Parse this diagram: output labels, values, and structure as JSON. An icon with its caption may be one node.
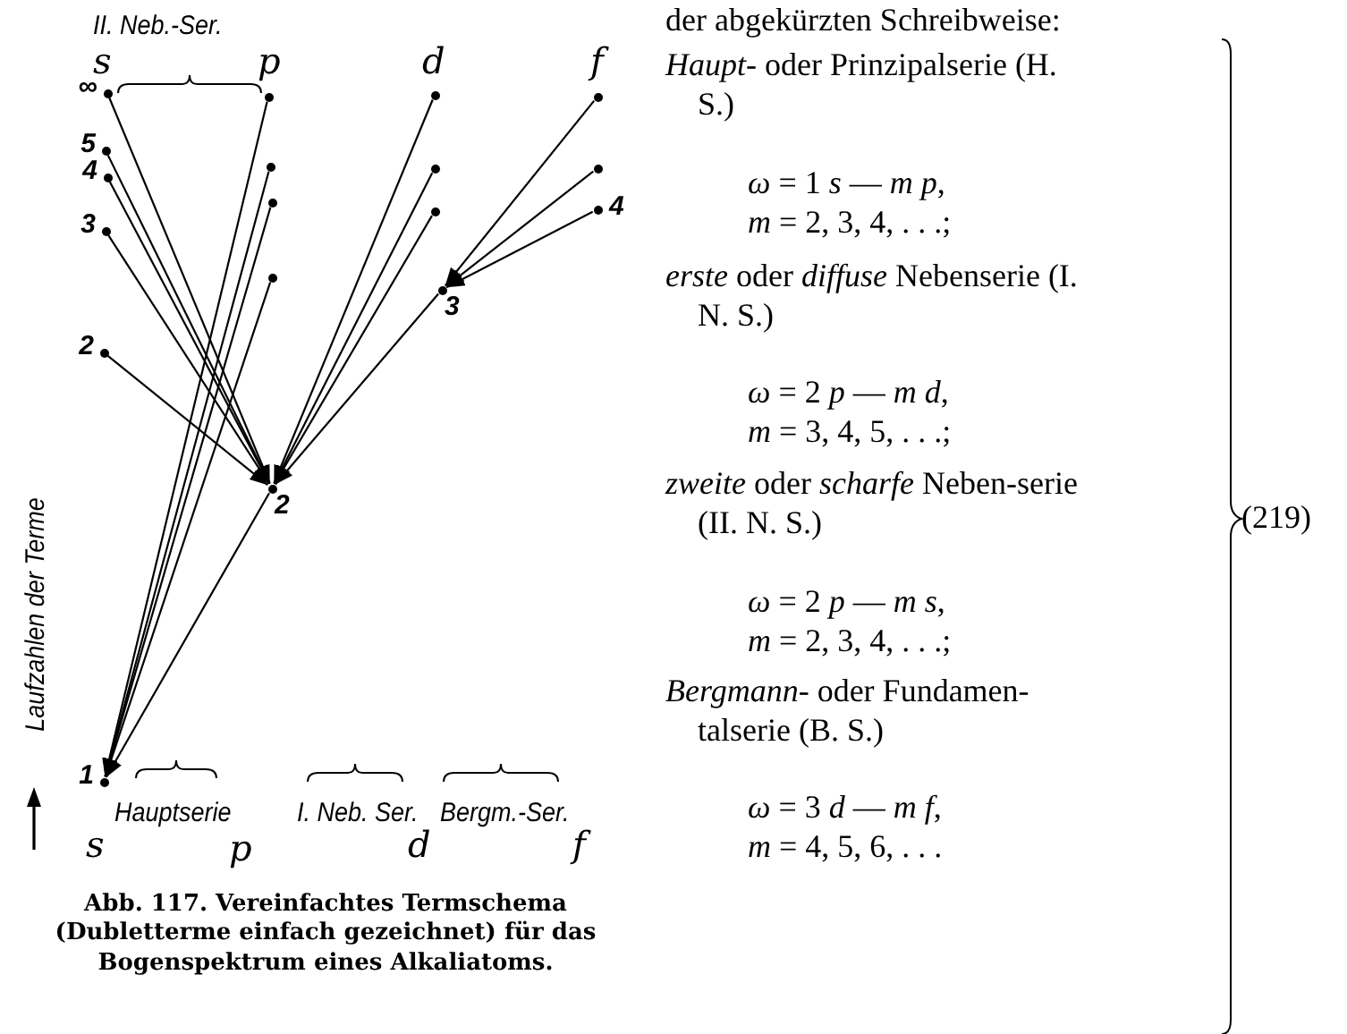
{
  "diagram": {
    "caption": "Abb. 117. Vereinfachtes Termschema (Dubletterme einfach gezeichnet) für das Bogenspektrum eines Alkaliatoms.",
    "nodes": [
      {
        "text": [],
        "shape": "circle",
        "beside": [
          "∞"
        ]
      },
      {
        "text": [],
        "shape": "circle"
      },
      {
        "text": [],
        "shape": "circle"
      },
      {
        "text": [],
        "shape": "circle"
      },
      {
        "text": [],
        "shape": "circle",
        "beside": [
          "5"
        ]
      },
      {
        "text": [],
        "shape": "circle"
      },
      {
        "text": [],
        "shape": "circle"
      },
      {
        "text": [],
        "shape": "circle"
      },
      {
        "text": [],
        "shape": "circle",
        "beside": [
          "4"
        ]
      },
      {
        "text": [],
        "shape": "circle"
      },
      {
        "text": [],
        "shape": "circle",
        "beside": [
          "4"
        ]
      },
      {
        "text": [],
        "shape": "circle"
      },
      {
        "text": [],
        "shape": "circle",
        "beside": [
          "3"
        ]
      },
      {
        "text": [],
        "shape": "circle"
      },
      {
        "text": [],
        "shape": "circle",
        "beside": [
          "3"
        ]
      },
      {
        "text": [],
        "shape": "circle",
        "beside": [
          "2"
        ]
      },
      {
        "text": [],
        "shape": "circle",
        "beside": [
          "2"
        ]
      },
      {
        "text": [],
        "shape": "circle",
        "beside": [
          "1"
        ]
      }
    ],
    "edges": [
      {
        "from": 0,
        "to": 16,
        "arrow": "to"
      },
      {
        "from": 4,
        "to": 16,
        "arrow": "to"
      },
      {
        "from": 8,
        "to": 16,
        "arrow": "to"
      },
      {
        "from": 12,
        "to": 16,
        "arrow": "to"
      },
      {
        "from": 15,
        "to": 16,
        "arrow": "to"
      },
      {
        "from": 1,
        "to": 17,
        "arrow": "to"
      },
      {
        "from": 5,
        "to": 17,
        "arrow": "to"
      },
      {
        "from": 9,
        "to": 17,
        "arrow": "to"
      },
      {
        "from": 13,
        "to": 17,
        "arrow": "to"
      },
      {
        "from": 16,
        "to": 17,
        "arrow": "to"
      },
      {
        "from": 2,
        "to": 16,
        "arrow": "to"
      },
      {
        "from": 6,
        "to": 16,
        "arrow": "to"
      },
      {
        "from": 11,
        "to": 16,
        "arrow": "to"
      },
      {
        "from": 14,
        "to": 16,
        "arrow": "to"
      },
      {
        "from": 3,
        "to": 14,
        "arrow": "to"
      },
      {
        "from": 7,
        "to": 14,
        "arrow": "to"
      },
      {
        "from": 10,
        "to": 14,
        "arrow": "to"
      }
    ],
    "labels": [
      "der abgekürzten Schreibweise:",
      "II. Neb.-Ser.",
      "s",
      "p",
      "d",
      "f",
      "*Haupt*- oder Prinzipalserie (H. S.)",
      "*ω* = 1 *s* — *m p*,",
      "*m* = 2, 3, 4, . . .;",
      "*erste* oder *diffuse* Nebenserie (I. N. S.)",
      "*ω* = 2 *p* — *m d*,",
      "*m* = 3, 4, 5, . . .;",
      "*zweite* oder *scharfe* Neben-serie (II. N. S.)",
      "(219)",
      "*ω* = 2 *p* — *m s*,",
      "*m* = 2, 3, 4, . . .;",
      "*Bergmann*- oder Fundamen-talserie (B. S.)",
      "*ω* = 3 *d* — *m f*,",
      "*m* = 4, 5, 6, . . .",
      "Laufzahlen der Terme",
      "Hauptserie",
      "I. Neb. Ser.",
      "Bergm.-Ser.",
      "s",
      "p",
      "d",
      "f"
    ]
  }
}
